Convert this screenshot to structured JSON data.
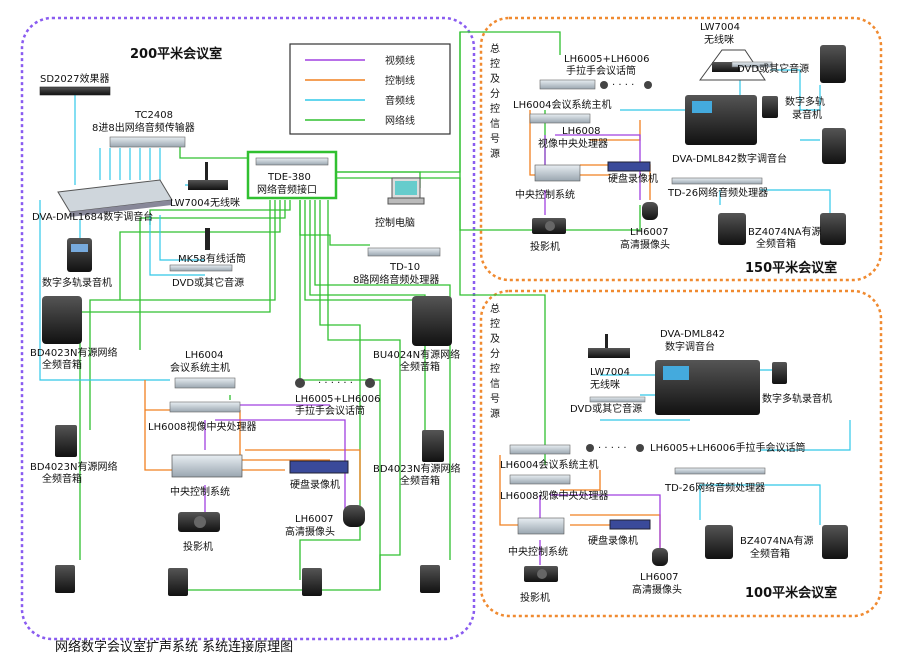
{
  "caption": "网络数字会议室扩声系统 系统连接原理图",
  "legend": [
    {
      "label": "视频线",
      "color": "#a040e0"
    },
    {
      "label": "控制线",
      "color": "#f08020"
    },
    {
      "label": "音频线",
      "color": "#30c8e8"
    },
    {
      "label": "网络线",
      "color": "#30c030"
    }
  ],
  "rooms": {
    "r200": {
      "title": "200平米会议室",
      "color": "#8a3cc8",
      "border": "#8a5cf0"
    },
    "r150": {
      "title": "150平米会议室",
      "color": "#e86a10",
      "border": "#f08a30"
    },
    "r100": {
      "title": "100平米会议室",
      "color": "#e86a10",
      "border": "#f08a30"
    }
  },
  "side_labels": {
    "s150": [
      "总",
      "控",
      "及",
      "分",
      "控",
      "信",
      "号",
      "源"
    ],
    "s100": [
      "总",
      "控",
      "及",
      "分",
      "控",
      "信",
      "号",
      "源"
    ]
  },
  "center": {
    "tde_model": "TDE-380",
    "tde_name": "网络音频接口",
    "pc": "控制电脑",
    "td10_model": "TD-10",
    "td10_name": "8路网络音频处理器"
  },
  "left": {
    "sd2027": "SD2027效果器",
    "tc2408_model": "TC2408",
    "tc2408_name": "8进8出网络音频传输器",
    "mixer": "DVA-DML1684数字调音台",
    "lw7004": "LW7004无线咪",
    "mk58": "MK58有线话筒",
    "recorder": "数字多轨录音机",
    "dvd": "DVD或其它音源",
    "bd4023_a1": "BD4023N有源网络",
    "bd4023_a2": "全频音箱",
    "bu4024_1": "BU4024N有源网络",
    "bu4024_2": "全频音箱",
    "lh6004_model": "LH6004",
    "lh6004_name": "会议系统主机",
    "lh6005_a": "LH6005+LH6006",
    "lh6005_b": "手拉手会议话筒",
    "lh6008": "LH6008视像中央处理器",
    "hdd": "硬盘录像机",
    "ctrl": "中央控制系统",
    "proj": "投影机",
    "lh6007_model": "LH6007",
    "lh6007_name": "高清摄像头",
    "bd4023_b1": "BD4023N有源网络",
    "bd4023_b2": "全频音箱",
    "bd4023_c1": "BD4023N有源网络",
    "bd4023_c2": "全频音箱"
  },
  "r150": {
    "lh6005_a": "LH6005+LH6006",
    "lh6005_b": "手拉手会议话筒",
    "lw7004_model": "LW7004",
    "lw7004_name": "无线咪",
    "dvd": "DVD或其它音源",
    "lh6004": "LH6004会议系统主机",
    "lh6008_model": "LH6008",
    "lh6008_name": "视像中央处理器",
    "recorder1": "数字多轨",
    "recorder2": "录音机",
    "mixer": "DVA-DML842数字调音台",
    "hdd": "硬盘录像机",
    "ctrl": "中央控制系统",
    "td26": "TD-26网络音频处理器",
    "lh6007_model": "LH6007",
    "lh6007_name": "高清摄像头",
    "proj": "投影机",
    "bz4074_1": "BZ4074NA有源",
    "bz4074_2": "全频音箱"
  },
  "r100": {
    "mixer_model": "DVA-DML842",
    "mixer_name": "数字调音台",
    "lw7004_model": "LW7004",
    "lw7004_name": "无线咪",
    "dvd": "DVD或其它音源",
    "recorder": "数字多轨录音机",
    "lh6005": "LH6005+LH6006手拉手会议话筒",
    "lh6004": "LH6004会议系统主机",
    "td26": "TD-26网络音频处理器",
    "lh6008": "LH6008视像中央处理器",
    "hdd": "硬盘录像机",
    "ctrl": "中央控制系统",
    "bz4074_1": "BZ4074NA有源",
    "bz4074_2": "全频音箱",
    "lh6007_model": "LH6007",
    "lh6007_name": "高清摄像头",
    "proj": "投影机"
  }
}
